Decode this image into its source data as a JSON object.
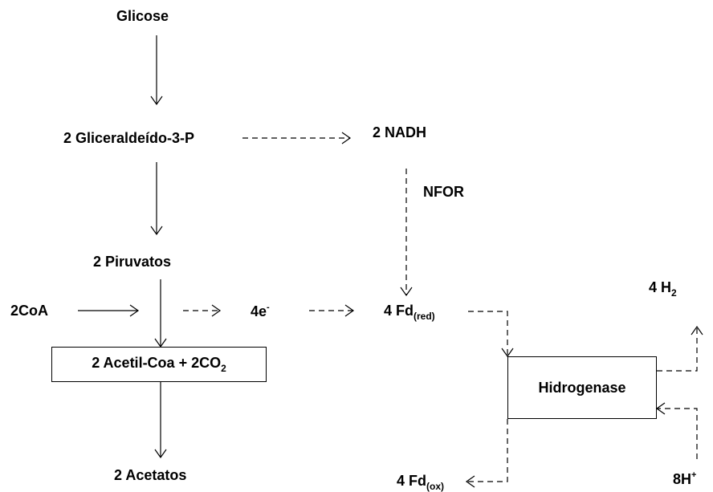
{
  "nodes": {
    "glicose": "Glicose",
    "gliceraldeido": "2 Gliceraldeído-3-P",
    "nadh": "2 NADH",
    "nfor": "NFOR",
    "piruvatos": "2 Piruvatos",
    "coa": "2CoA",
    "electrons": {
      "main": "4e",
      "sup": "-"
    },
    "fd_red": {
      "main": "4 Fd",
      "sub": "(red)"
    },
    "acetil": {
      "main": "2 Acetil-Coa + 2CO",
      "sub": "2"
    },
    "h2": {
      "main": "4 H",
      "sub": "2"
    },
    "hidrogenase": "Hidrogenase",
    "acetatos": "2 Acetatos",
    "fd_ox": {
      "main": "4 Fd",
      "sub": "(ox)"
    },
    "protons": {
      "main": "8H",
      "sup": "+"
    }
  }
}
